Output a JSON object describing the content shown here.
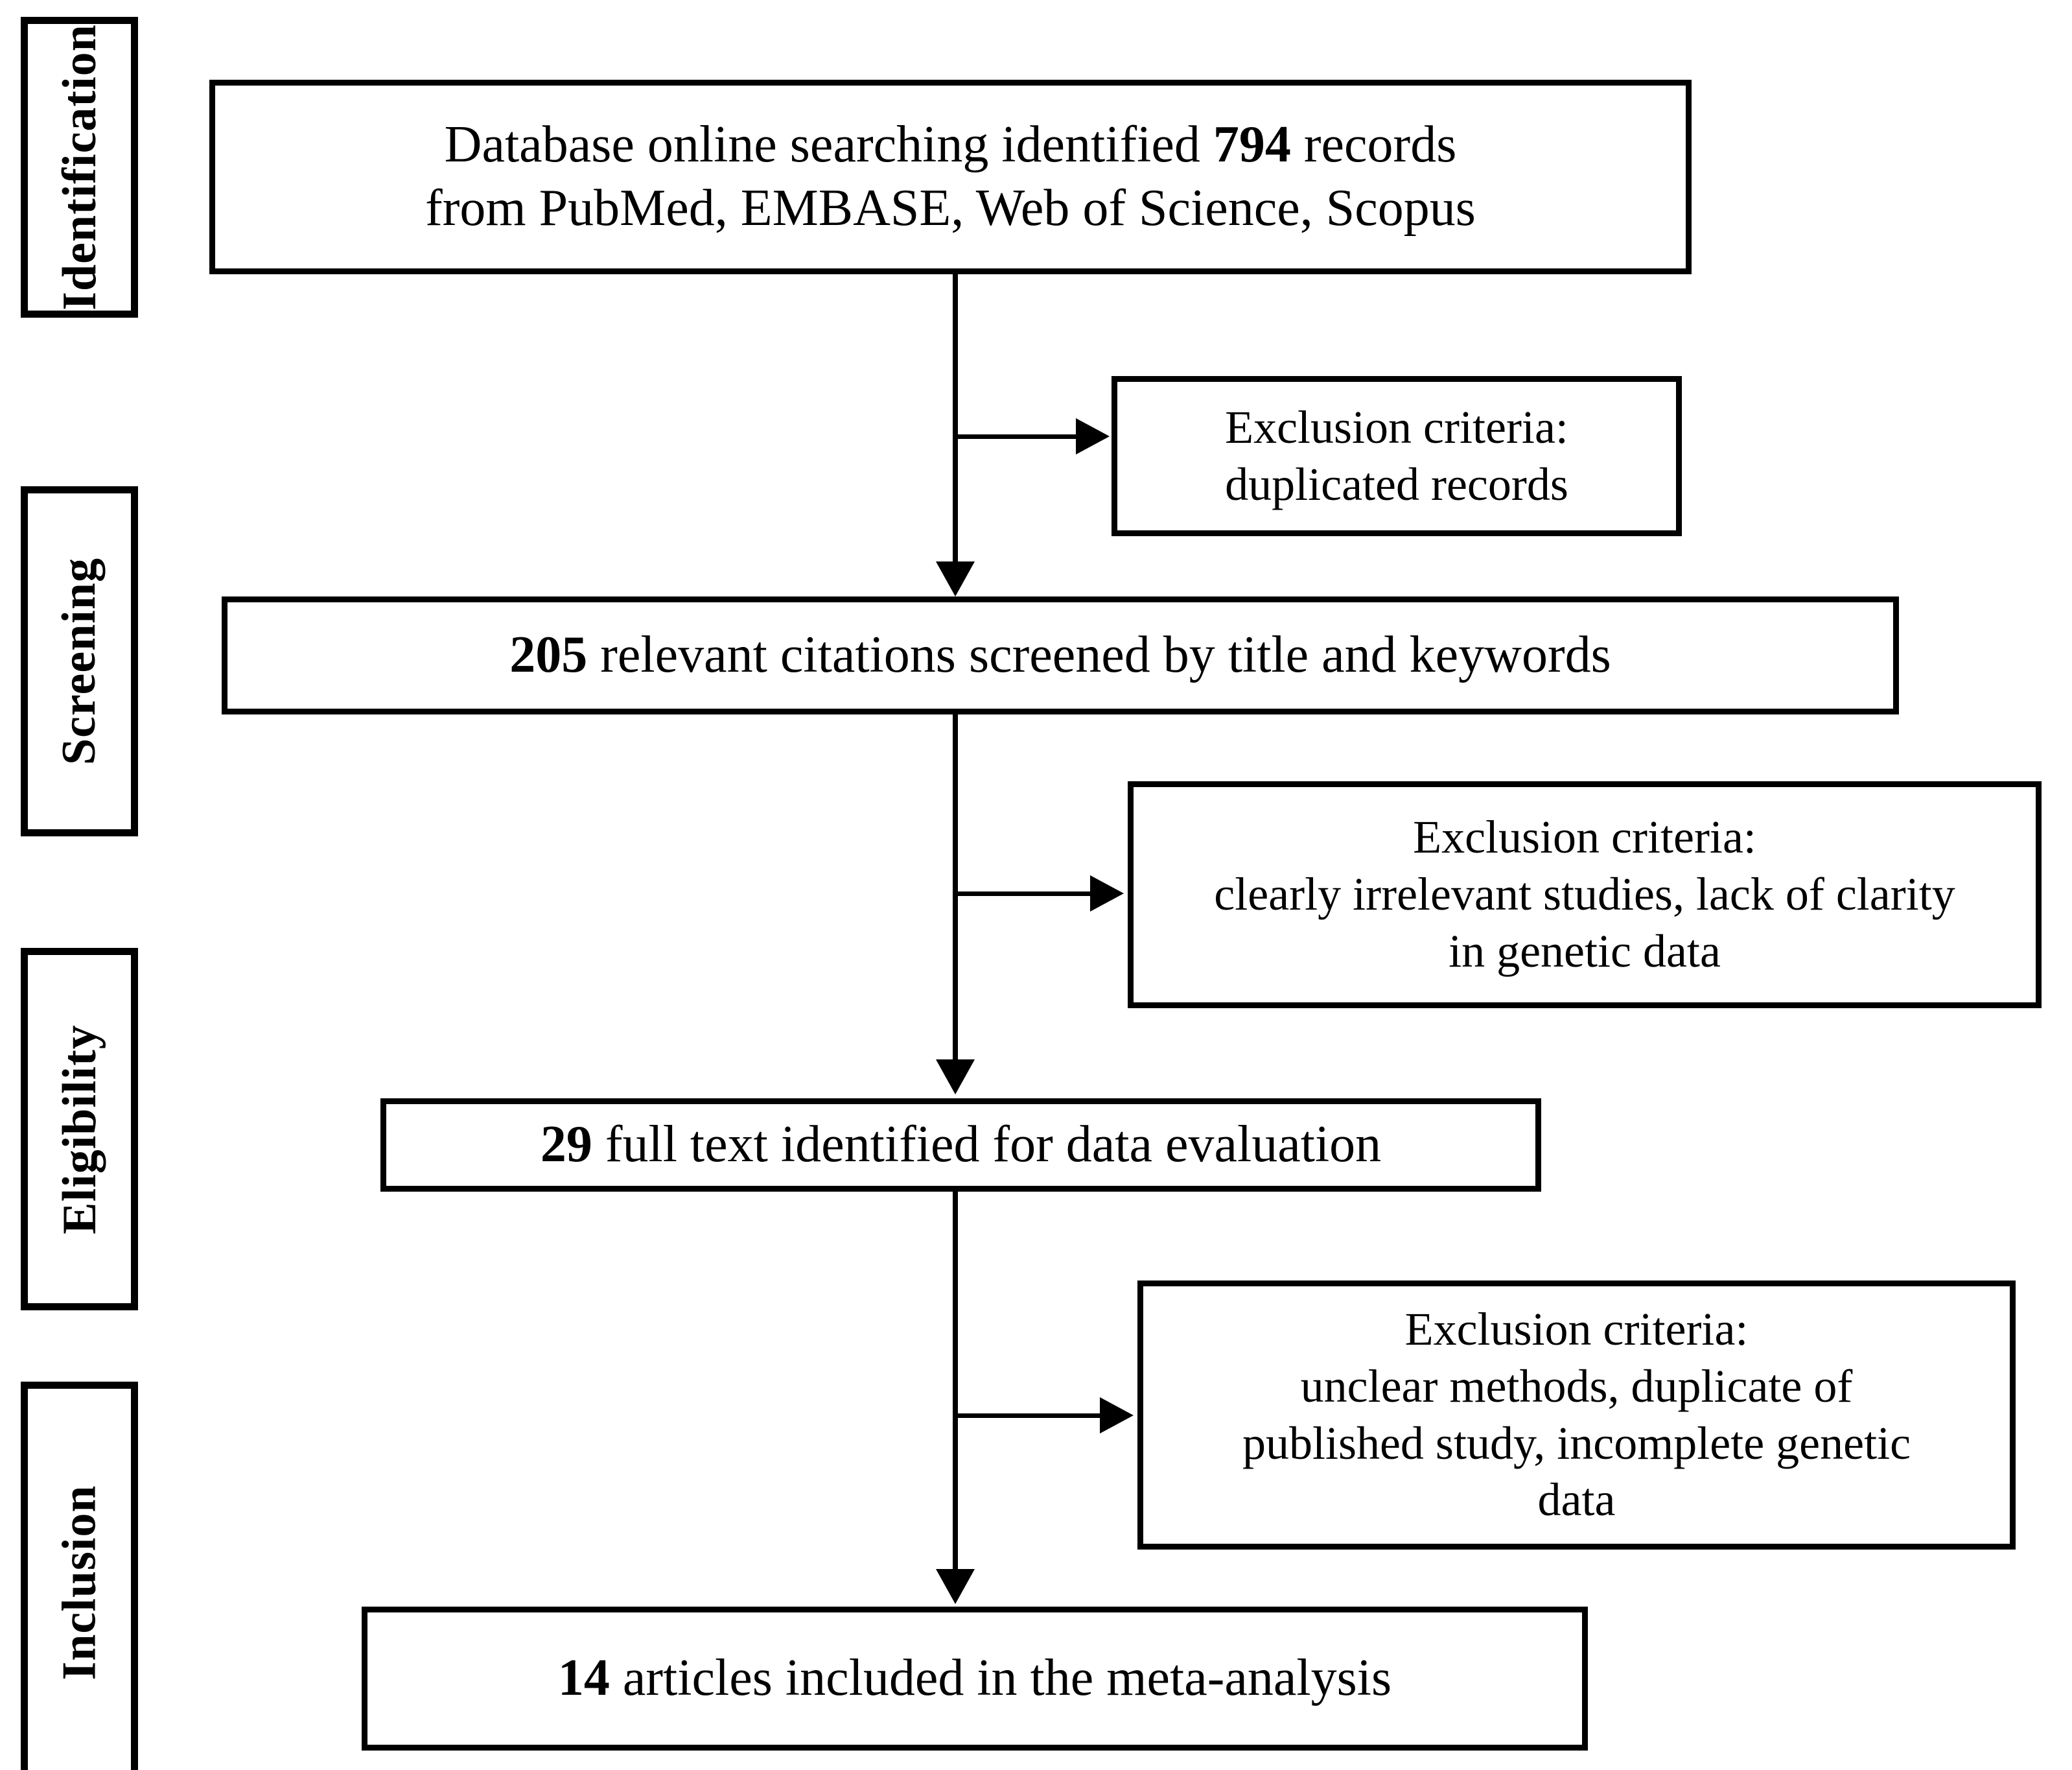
{
  "diagram": {
    "title": "PRISMA study selection flow diagram",
    "colors": {
      "stroke": "#000000",
      "background": "#ffffff",
      "text": "#000000"
    },
    "stages": [
      {
        "id": "identification",
        "label": "Identification"
      },
      {
        "id": "screening",
        "label": "Screening"
      },
      {
        "id": "eligibility",
        "label": "Eligibility"
      },
      {
        "id": "inclusion",
        "label": "Inclusion"
      }
    ],
    "main_boxes": [
      {
        "id": "records-identified",
        "stage": "identification",
        "lines": [
          {
            "pre": "Database online searching identified ",
            "num": "794",
            "post": " records"
          },
          {
            "pre": "from PubMed, EMBASE, Web of Science, Scopus",
            "num": "",
            "post": ""
          }
        ]
      },
      {
        "id": "citations-screened",
        "stage": "screening",
        "lines": [
          {
            "pre": "",
            "num": "205",
            "post": " relevant citations screened by title and keywords"
          }
        ]
      },
      {
        "id": "full-text-evaluated",
        "stage": "eligibility",
        "lines": [
          {
            "pre": "",
            "num": "29",
            "post": " full text identified for data evaluation"
          }
        ]
      },
      {
        "id": "articles-included",
        "stage": "inclusion",
        "lines": [
          {
            "pre": "",
            "num": "14",
            "post": " articles included in the meta-analysis"
          }
        ]
      }
    ],
    "exclusion_boxes": [
      {
        "id": "exclusion-duplicates",
        "lines": [
          "Exclusion criteria:",
          "duplicated records"
        ]
      },
      {
        "id": "exclusion-irrelevant",
        "lines": [
          "Exclusion criteria:",
          "clearly irrelevant studies, lack of clarity",
          "in genetic data"
        ]
      },
      {
        "id": "exclusion-unclear-methods",
        "lines": [
          "Exclusion criteria:",
          "unclear methods, duplicate of",
          "published study, incomplete genetic",
          "data"
        ]
      }
    ],
    "counts": {
      "identified": 794,
      "screened": 205,
      "full_text": 29,
      "included": 14
    }
  }
}
